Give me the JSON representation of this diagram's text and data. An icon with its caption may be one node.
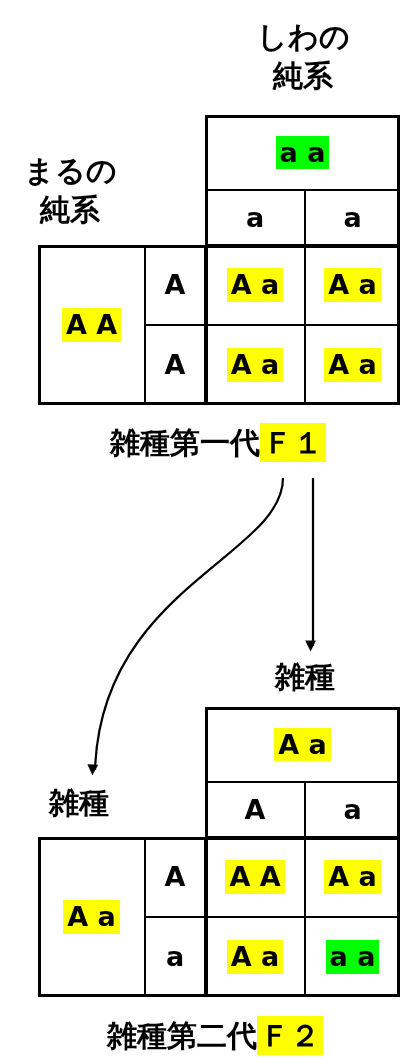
{
  "diagram": {
    "nodes": [
      {
        "text": [
          "雑種第一代",
          "Ｆ１"
        ]
      },
      {
        "text": [
          "雑種"
        ]
      },
      {
        "text": [
          "雑種"
        ]
      },
      {
        "text": [
          "雑種第二代",
          "Ｆ２"
        ]
      }
    ],
    "edges": [
      {
        "from": 0,
        "to": 2,
        "arrow": "to"
      },
      {
        "from": 0,
        "to": 1,
        "arrow": "to"
      }
    ],
    "labels": [
      "しわの純系",
      "まるの純系",
      "a a",
      "a",
      "a",
      "A A",
      "A",
      "A a",
      "A a",
      "A",
      "A a",
      "A a",
      "A a",
      "A",
      "a",
      "A a",
      "A",
      "A A",
      "A a",
      "a",
      "A a",
      "a a"
    ]
  }
}
